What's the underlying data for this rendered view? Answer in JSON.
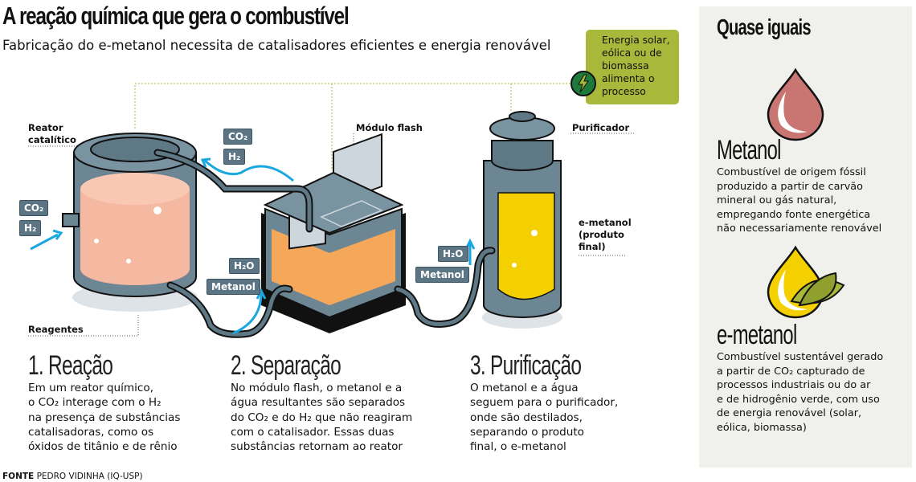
{
  "header": {
    "title": "A reação química que gera o combustível",
    "subtitle": "Fabricação do e-metanol necessita de catalisadores eficientes e energia renovável"
  },
  "energy_box": {
    "text": "Energia solar, eólica ou de biomassa alimenta o processo",
    "icon": "lightning-bolt-icon",
    "color": "#a8b83a"
  },
  "diagram": {
    "labels": {
      "reactor": "Reator\ncatalítico",
      "reagents": "Reagentes",
      "flash": "Módulo flash",
      "purifier": "Purificador",
      "product": "e-metanol\n(produto\nfinal)"
    },
    "badges": {
      "co2": "CO₂",
      "h2": "H₂",
      "h2o": "H₂O",
      "methanol": "Metanol"
    }
  },
  "steps": [
    {
      "title": "1. Reação",
      "text": "Em um reator químico,\no CO₂ interage com o H₂\nna presença de substâncias\ncatalisadoras, como os\nóxidos de titânio e de rênio"
    },
    {
      "title": "2. Separação",
      "text": "No módulo flash, o metanol e a\nágua resultantes são separados\ndo CO₂ e do H₂ que não reagiram\ncom o catalisador. Essas duas\nsubstâncias retornam ao reator"
    },
    {
      "title": "3. Purificação",
      "text": "O metanol e a água\nseguem para o purificador,\nonde são destilados,\nseparando o produto\nfinal, o e-metanol"
    }
  ],
  "panel": {
    "title": "Quase iguais",
    "items": [
      {
        "name": "Metanol",
        "text": "Combustível de origem fóssil\nproduzido a partir de carvão\nmineral ou gás natural,\nempregando fonte energética\nnão necessariamente renovável",
        "color": "#c97572"
      },
      {
        "name": "e-metanol",
        "text": "Combustível sustentável gerado\na partir de CO₂ capturado de\nprocessos industriais ou do ar\ne de hidrogênio verde, com uso\nde energia renovável (solar,\neólica, biomassa)",
        "color": "#f5d000"
      }
    ]
  },
  "source": {
    "label": "FONTE",
    "text": "PEDRO VIDINHA (IQ-USP)"
  }
}
